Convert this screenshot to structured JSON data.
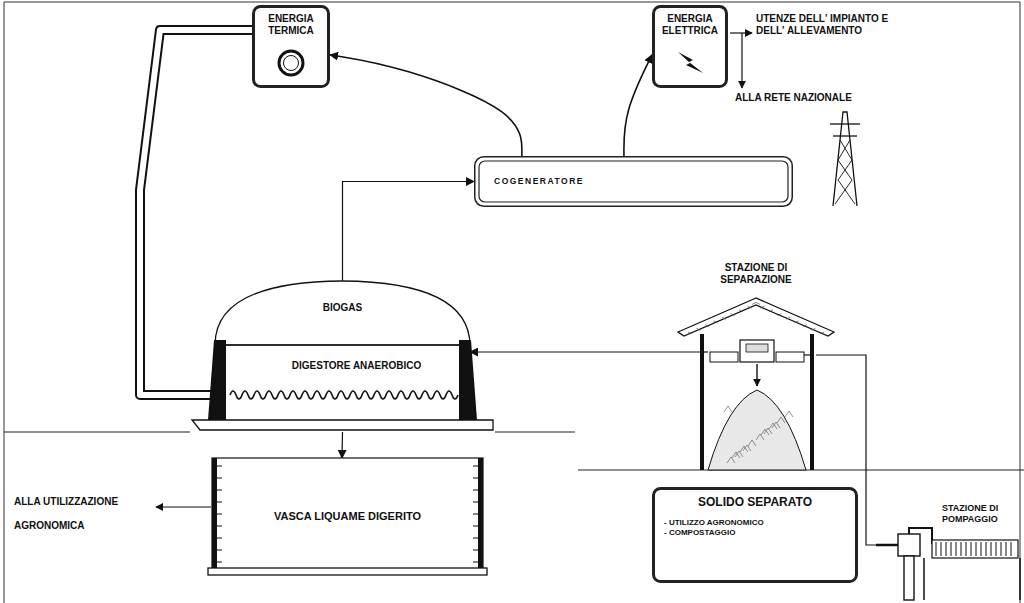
{
  "diagram": {
    "nodes": [
      {
        "text": [
          "ENERGIA TERMICA"
        ]
      },
      {
        "text": [
          "ENERGIA ELETTRICA"
        ]
      },
      {
        "text": [
          "COGENERATORE"
        ]
      },
      {
        "text": [
          "STAZIONE DI SEPARAZIONE"
        ]
      },
      {
        "text": [
          "BIOGAS",
          "DIGESTORE ANAEROBICO"
        ]
      },
      {
        "text": [
          "STAZIONE DI POMPAGGIO"
        ]
      },
      {
        "text": [
          "VASCA LIQUAME DIGERITO"
        ]
      },
      {
        "text": [
          "SOLIDO SEPARATO",
          "- UTILIZZO AGRONOMICO",
          "- COMPOSTAGGIO"
        ]
      }
    ],
    "edges": [
      {
        "from": 2,
        "to": 0,
        "arrow": "to"
      },
      {
        "from": 2,
        "to": 1,
        "arrow": "to"
      },
      {
        "from": 4,
        "to": 2,
        "arrow": "to"
      },
      {
        "from": 0,
        "to": 4,
        "arrow": "none"
      },
      {
        "from": 3,
        "to": 4,
        "arrow": "to"
      },
      {
        "from": 5,
        "to": 3,
        "arrow": "none"
      },
      {
        "from": 4,
        "to": 6,
        "arrow": "to"
      }
    ],
    "labels": [
      "UTENZE DELL' IMPIANTO E DELL' ALLEVAMENTO",
      "ALLA RETE NAZIONALE",
      "ALLA UTILIZZAZIONE AGRONOMICA"
    ]
  }
}
